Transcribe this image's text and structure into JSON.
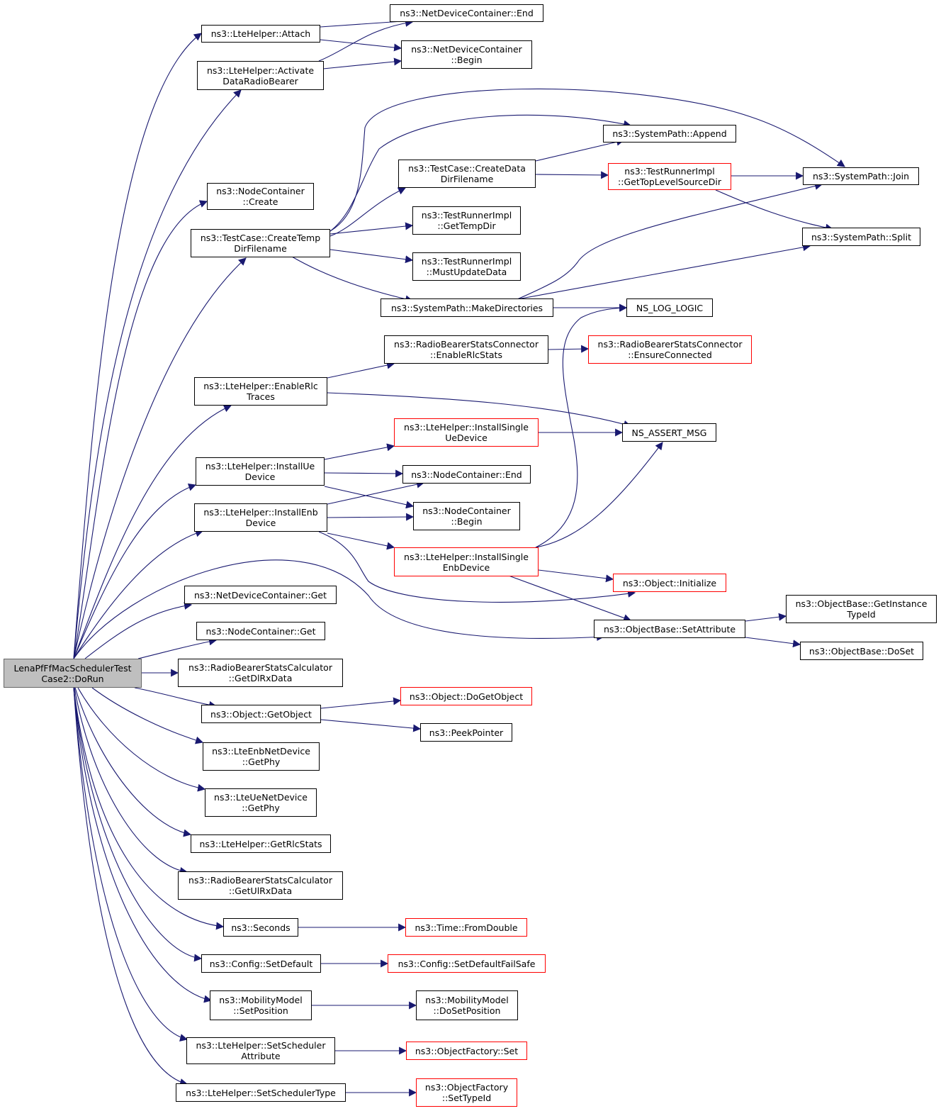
{
  "colors": {
    "edge": "#191970",
    "node_border": "#000000",
    "truncated_border": "#ff0000",
    "root_fill": "#bfbfbf"
  },
  "root": {
    "line1": "LenaPfFfMacSchedulerTest",
    "line2": "Case2::DoRun"
  },
  "nodes": {
    "ndc_end": {
      "line1": "ns3::NetDeviceContainer::End",
      "line2": ""
    },
    "ndc_begin": {
      "line1": "ns3::NetDeviceContainer",
      "line2": "::Begin"
    },
    "lte_attach": {
      "line1": "ns3::LteHelper::Attach",
      "line2": ""
    },
    "lte_activate": {
      "line1": "ns3::LteHelper::Activate",
      "line2": "DataRadioBearer"
    },
    "sp_join": {
      "line1": "ns3::SystemPath::Join",
      "line2": ""
    },
    "sp_append": {
      "line1": "ns3::SystemPath::Append",
      "line2": ""
    },
    "tc_createdata": {
      "line1": "ns3::TestCase::CreateData",
      "line2": "DirFilename"
    },
    "tri_gettoplevel": {
      "line1": "ns3::TestRunnerImpl",
      "line2": "::GetTopLevelSourceDir"
    },
    "nc_create": {
      "line1": "ns3::NodeContainer",
      "line2": "::Create"
    },
    "tc_createtemp": {
      "line1": "ns3::TestCase::CreateTemp",
      "line2": "DirFilename"
    },
    "tri_gettempdir": {
      "line1": "ns3::TestRunnerImpl",
      "line2": "::GetTempDir"
    },
    "tri_mustupdate": {
      "line1": "ns3::TestRunnerImpl",
      "line2": "::MustUpdateData"
    },
    "sp_split": {
      "line1": "ns3::SystemPath::Split",
      "line2": ""
    },
    "sp_makedirs": {
      "line1": "ns3::SystemPath::MakeDirectories",
      "line2": ""
    },
    "ns_log_logic": {
      "line1": "NS_LOG_LOGIC",
      "line2": ""
    },
    "rbsc_enablerlc": {
      "line1": "ns3::RadioBearerStatsConnector",
      "line2": "::EnableRlcStats"
    },
    "rbsc_ensure": {
      "line1": "ns3::RadioBearerStatsConnector",
      "line2": "::EnsureConnected"
    },
    "lte_enablerlc": {
      "line1": "ns3::LteHelper::EnableRlc",
      "line2": "Traces"
    },
    "lte_installsingleue": {
      "line1": "ns3::LteHelper::InstallSingle",
      "line2": "UeDevice"
    },
    "ns_assert_msg": {
      "line1": "NS_ASSERT_MSG",
      "line2": ""
    },
    "lte_installue": {
      "line1": "ns3::LteHelper::InstallUe",
      "line2": "Device"
    },
    "nc_end": {
      "line1": "ns3::NodeContainer::End",
      "line2": ""
    },
    "nc_begin": {
      "line1": "ns3::NodeContainer",
      "line2": "::Begin"
    },
    "lte_installenb": {
      "line1": "ns3::LteHelper::InstallEnb",
      "line2": "Device"
    },
    "lte_installsingleenb": {
      "line1": "ns3::LteHelper::InstallSingle",
      "line2": "EnbDevice"
    },
    "obj_initialize": {
      "line1": "ns3::Object::Initialize",
      "line2": ""
    },
    "ndc_get": {
      "line1": "ns3::NetDeviceContainer::Get",
      "line2": ""
    },
    "ob_getinstancetypeid": {
      "line1": "ns3::ObjectBase::GetInstance",
      "line2": "TypeId"
    },
    "ob_setattribute": {
      "line1": "ns3::ObjectBase::SetAttribute",
      "line2": ""
    },
    "nc_get": {
      "line1": "ns3::NodeContainer::Get",
      "line2": ""
    },
    "ob_doset": {
      "line1": "ns3::ObjectBase::DoSet",
      "line2": ""
    },
    "rbscalc_getdl": {
      "line1": "ns3::RadioBearerStatsCalculator",
      "line2": "::GetDlRxData"
    },
    "obj_dogetobject": {
      "line1": "ns3::Object::DoGetObject",
      "line2": ""
    },
    "obj_getobject": {
      "line1": "ns3::Object::GetObject",
      "line2": ""
    },
    "peekpointer": {
      "line1": "ns3::PeekPointer",
      "line2": ""
    },
    "lteenb_getphy": {
      "line1": "ns3::LteEnbNetDevice",
      "line2": "::GetPhy"
    },
    "lteue_getphy": {
      "line1": "ns3::LteUeNetDevice",
      "line2": "::GetPhy"
    },
    "lte_getrlcstats": {
      "line1": "ns3::LteHelper::GetRlcStats",
      "line2": ""
    },
    "rbscalc_getul": {
      "line1": "ns3::RadioBearerStatsCalculator",
      "line2": "::GetUlRxData"
    },
    "seconds": {
      "line1": "ns3::Seconds",
      "line2": ""
    },
    "time_fromdouble": {
      "line1": "ns3::Time::FromDouble",
      "line2": ""
    },
    "config_setdefault": {
      "line1": "ns3::Config::SetDefault",
      "line2": ""
    },
    "config_setdefaultfailsafe": {
      "line1": "ns3::Config::SetDefaultFailSafe",
      "line2": ""
    },
    "mm_setposition": {
      "line1": "ns3::MobilityModel",
      "line2": "::SetPosition"
    },
    "mm_dosetposition": {
      "line1": "ns3::MobilityModel",
      "line2": "::DoSetPosition"
    },
    "lte_setschedattr": {
      "line1": "ns3::LteHelper::SetScheduler",
      "line2": "Attribute"
    },
    "of_set": {
      "line1": "ns3::ObjectFactory::Set",
      "line2": ""
    },
    "lte_setschedtype": {
      "line1": "ns3::LteHelper::SetSchedulerType",
      "line2": ""
    },
    "of_settypeid": {
      "line1": "ns3::ObjectFactory",
      "line2": "::SetTypeId"
    }
  }
}
